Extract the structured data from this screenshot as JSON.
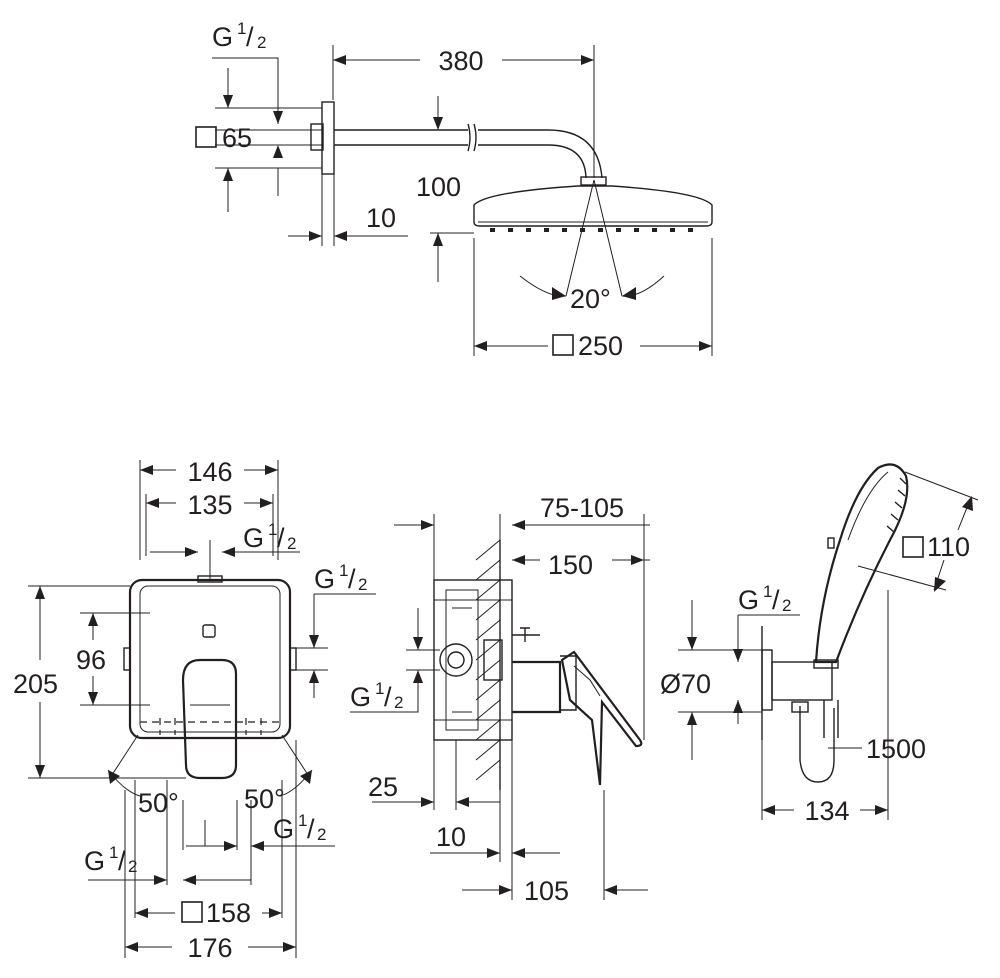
{
  "shower_set": {
    "head": {
      "thread_g": "G",
      "thread_num": "1",
      "thread_den": "2",
      "flange_square": "65",
      "arm_length": "380",
      "arm_drop": "100",
      "wall_offset": "10",
      "tilt_angle": "20°",
      "head_square": "250"
    },
    "front_view": {
      "width_outer": "146",
      "width_inner": "135",
      "height": "205",
      "center_height": "96",
      "thread_top_g": "G",
      "thread_top_num": "1",
      "thread_top_den": "2",
      "thread_right_g": "G",
      "thread_right_num": "1",
      "thread_right_den": "2",
      "angle_left": "50°",
      "angle_right": "50°",
      "thread_bl_g": "G",
      "thread_bl_num": "1",
      "thread_bl_den": "2",
      "thread_br_g": "G",
      "thread_br_num": "1",
      "thread_br_den": "2",
      "plate_square": "158",
      "overall_width": "176"
    },
    "side_view": {
      "depth_range": "75-105",
      "depth_150": "150",
      "thread_g": "G",
      "thread_num": "1",
      "thread_den": "2",
      "wall_25": "25",
      "wall_10": "10",
      "lever_105": "105"
    },
    "hand_shower": {
      "head_square": "110",
      "thread_g": "G",
      "thread_num": "1",
      "thread_den": "2",
      "outlet_diameter": "Ø70",
      "hose_length": "1500",
      "holder_depth": "134"
    }
  }
}
